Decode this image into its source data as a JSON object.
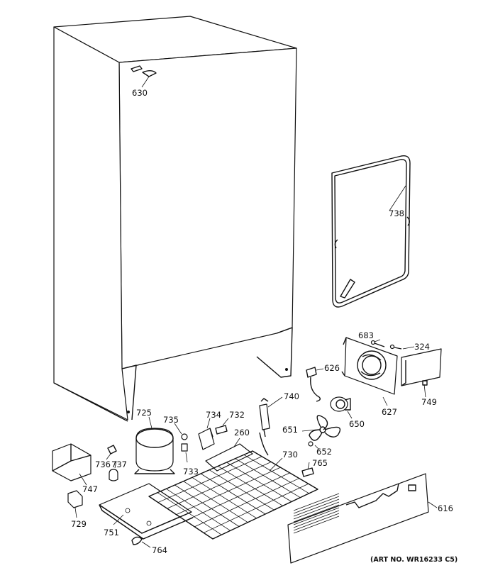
{
  "labels": [
    {
      "id": "630",
      "text": "630"
    },
    {
      "id": "738",
      "text": "738"
    },
    {
      "id": "683",
      "text": "683"
    },
    {
      "id": "324",
      "text": "324"
    },
    {
      "id": "626",
      "text": "626"
    },
    {
      "id": "749",
      "text": "749"
    },
    {
      "id": "627",
      "text": "627"
    },
    {
      "id": "650",
      "text": "650"
    },
    {
      "id": "740",
      "text": "740"
    },
    {
      "id": "725",
      "text": "725"
    },
    {
      "id": "735",
      "text": "735"
    },
    {
      "id": "734",
      "text": "734"
    },
    {
      "id": "732",
      "text": "732"
    },
    {
      "id": "260",
      "text": "260"
    },
    {
      "id": "651",
      "text": "651"
    },
    {
      "id": "652",
      "text": "652"
    },
    {
      "id": "730",
      "text": "730"
    },
    {
      "id": "765",
      "text": "765"
    },
    {
      "id": "736",
      "text": "736"
    },
    {
      "id": "737",
      "text": "737"
    },
    {
      "id": "733",
      "text": "733"
    },
    {
      "id": "747",
      "text": "747"
    },
    {
      "id": "729",
      "text": "729"
    },
    {
      "id": "751",
      "text": "751"
    },
    {
      "id": "764",
      "text": "764"
    },
    {
      "id": "616",
      "text": "616"
    }
  ],
  "art_number": "(ART NO. WR16233 C5)"
}
